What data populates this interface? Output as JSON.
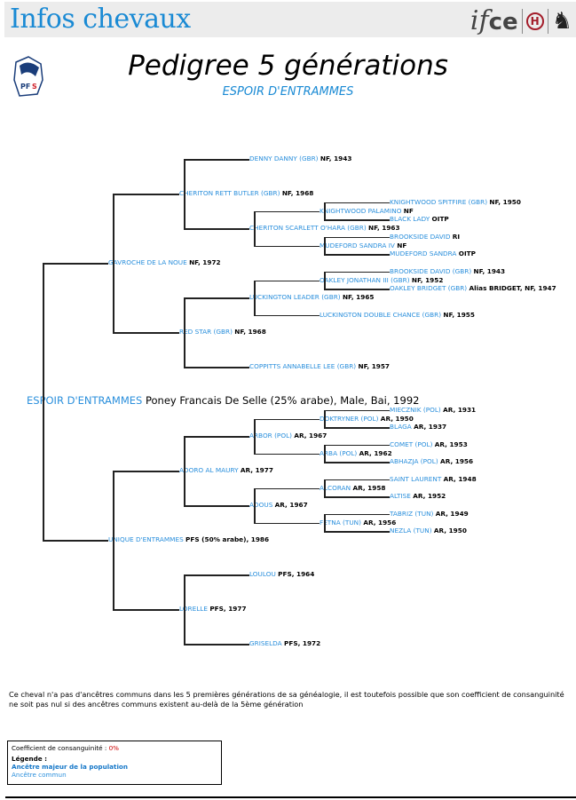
{
  "banner": {
    "title": "Infos chevaux",
    "logo_ifce": "ifce",
    "logo_h": "H"
  },
  "header": {
    "title": "Pedigree 5 générations",
    "subject": "ESPOIR D'ENTRAMMES",
    "pfs_logo": "PFS"
  },
  "tree": {
    "name": "ESPOIR D'ENTRAMMES",
    "info": "Poney Francais De Selle (25% arabe), Male, Bai, 1992",
    "children": [
      {
        "name": "GAVROCHE DE LA NOUE",
        "info": "NF, 1972",
        "children": [
          {
            "name": "CHERITON RETT BUTLER (GBR)",
            "info": "NF, 1968",
            "children": [
              {
                "name": "DENNY DANNY (GBR)",
                "info": "NF, 1943",
                "children": []
              },
              {
                "name": "CHERITON SCARLETT O'HARA (GBR)",
                "info": "NF, 1963",
                "children": [
                  {
                    "name": "KNIGHTWOOD PALAMINO",
                    "info": "NF",
                    "children": [
                      {
                        "name": "KNIGHTWOOD SPITFIRE (GBR)",
                        "info": "NF, 1950",
                        "children": []
                      },
                      {
                        "name": "BLACK LADY",
                        "info": "OITP",
                        "children": []
                      }
                    ]
                  },
                  {
                    "name": "MUDEFORD SANDRA IV",
                    "info": "NF",
                    "children": [
                      {
                        "name": "BROOKSIDE DAVID",
                        "info": "RI",
                        "children": []
                      },
                      {
                        "name": "MUDEFORD SANDRA",
                        "info": "OITP",
                        "children": []
                      }
                    ]
                  }
                ]
              }
            ]
          },
          {
            "name": "RED STAR (GBR)",
            "info": "NF, 1968",
            "children": [
              {
                "name": "LUCKINGTON LEADER (GBR)",
                "info": "NF, 1965",
                "children": [
                  {
                    "name": "OAKLEY JONATHAN III (GBR)",
                    "info": "NF, 1952",
                    "children": [
                      {
                        "name": "BROOKSIDE DAVID (GBR)",
                        "info": "NF, 1943",
                        "children": []
                      },
                      {
                        "name": "OAKLEY BRIDGET (GBR)",
                        "info": "Alias BRIDGET, NF, 1947",
                        "children": []
                      }
                    ]
                  },
                  {
                    "name": "LUCKINGTON DOUBLE CHANCE (GBR)",
                    "info": "NF, 1955",
                    "children": []
                  }
                ]
              },
              {
                "name": "COPPITTS ANNABELLE LEE (GBR)",
                "info": "NF, 1957",
                "children": []
              }
            ]
          }
        ]
      },
      {
        "name": "UNIQUE D'ENTRAMMES",
        "info": "PFS (50% arabe), 1986",
        "children": [
          {
            "name": "ADORO AL MAURY",
            "info": "AR, 1977",
            "children": [
              {
                "name": "ARBOR (POL)",
                "info": "AR, 1967",
                "children": [
                  {
                    "name": "DOKTRYNER (POL)",
                    "info": "AR, 1950",
                    "children": [
                      {
                        "name": "MIECZNIK (POL)",
                        "info": "AR, 1931",
                        "children": []
                      },
                      {
                        "name": "BLAGA",
                        "info": "AR, 1937",
                        "children": []
                      }
                    ]
                  },
                  {
                    "name": "ARBA (POL)",
                    "info": "AR, 1962",
                    "children": [
                      {
                        "name": "COMET (POL)",
                        "info": "AR, 1953",
                        "children": []
                      },
                      {
                        "name": "ABHAZJA (POL)",
                        "info": "AR, 1956",
                        "children": []
                      }
                    ]
                  }
                ]
              },
              {
                "name": "ADOUS",
                "info": "AR, 1967",
                "children": [
                  {
                    "name": "ALCORAN",
                    "info": "AR, 1958",
                    "children": [
                      {
                        "name": "SAINT LAURENT",
                        "info": "AR, 1948",
                        "children": []
                      },
                      {
                        "name": "ALTISE",
                        "info": "AR, 1952",
                        "children": []
                      }
                    ]
                  },
                  {
                    "name": "FETNA (TUN)",
                    "info": "AR, 1956",
                    "children": [
                      {
                        "name": "TABRIZ (TUN)",
                        "info": "AR, 1949",
                        "children": []
                      },
                      {
                        "name": "NEZLA (TUN)",
                        "info": "AR, 1950",
                        "children": []
                      }
                    ]
                  }
                ]
              }
            ]
          },
          {
            "name": "LORELLE",
            "info": "PFS, 1977",
            "children": [
              {
                "name": "LOULOU",
                "info": "PFS, 1964",
                "children": []
              },
              {
                "name": "GRISELDA",
                "info": "PFS, 1972",
                "children": []
              }
            ]
          }
        ]
      }
    ]
  },
  "note": "Ce cheval n'a pas d'ancêtres communs dans les 5 premières générations de sa généalogie, il est toutefois possible que son coefficient de consanguinité ne soit pas nul si des ancêtres communs existent au-delà de la 5ème génération",
  "legend": {
    "coef_label": "Coefficient de consanguinité :",
    "coef_value": "0%",
    "title": "Légende :",
    "item1": "Ancêtre majeur de la population",
    "item2": "Ancêtre commun"
  }
}
